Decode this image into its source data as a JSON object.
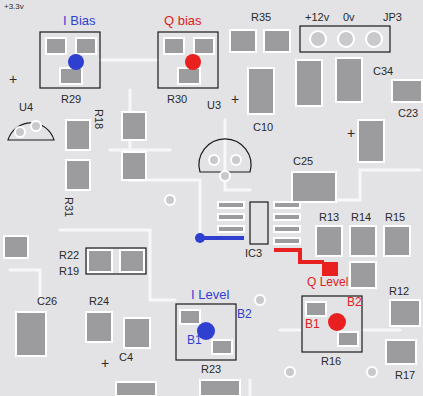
{
  "diagram": {
    "labels": [
      "I Bias",
      "Q bias",
      "R35",
      "+12v",
      "0v",
      "JP3",
      "+",
      "R29",
      "R30",
      "U4",
      "R18",
      "U3",
      "C10",
      "+",
      "C34",
      "C23",
      "R31",
      "+",
      "C25",
      "R13",
      "R14",
      "R15",
      "IC3",
      "R22",
      "R19",
      "C26",
      "R24",
      "I Level",
      "B2",
      "Q Level",
      "B2",
      "B1",
      "B1",
      "R12",
      "C4",
      "+",
      "R23",
      "R16",
      "R17",
      "+3.3v"
    ]
  }
}
